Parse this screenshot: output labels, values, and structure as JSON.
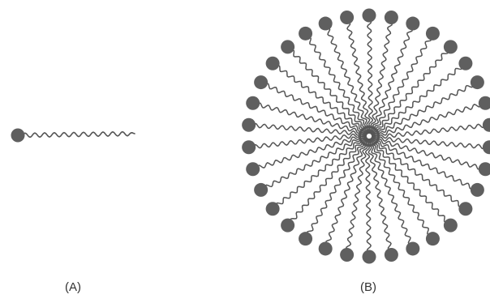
{
  "panels": [
    {
      "label": "(A)"
    },
    {
      "label": "(B)"
    }
  ],
  "molecule": {
    "head_color": "#5f5f5f",
    "tail_color": "#555555"
  },
  "micelle": {
    "molecule_count": 34
  }
}
